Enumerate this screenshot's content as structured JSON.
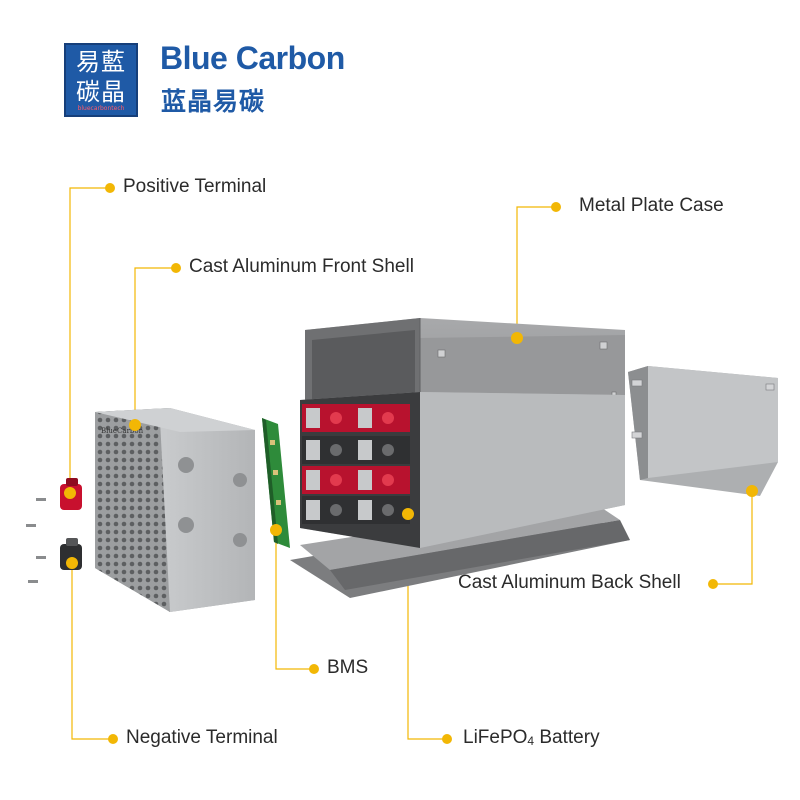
{
  "brand": {
    "logo_chars": [
      "易",
      "藍",
      "碳",
      "晶"
    ],
    "logo_small_text": "bluecarbontech",
    "name_en": "Blue Carbon",
    "name_cn": "蓝晶易碳",
    "color": "#1f5aa6"
  },
  "panel_label": "BlueCarbon",
  "callouts": {
    "positive_terminal": "Positive Terminal",
    "cast_aluminum_front_shell": "Cast Aluminum Front Shell",
    "metal_plate_case": "Metal Plate Case",
    "cast_aluminum_back_shell": "Cast Aluminum Back Shell",
    "bms": "BMS",
    "negative_terminal": "Negative Terminal",
    "battery_prefix": "LiFePO",
    "battery_sub": "4",
    "battery_suffix": " Battery"
  },
  "colors": {
    "leader": "#f2b705",
    "dot": "#f2b705",
    "label_text": "#2b2b2b",
    "shell_gray": "#b7b9bb",
    "case_gray": "#8e8f91",
    "cell_red": "#c8102e",
    "pcb_green": "#2e8b3a"
  }
}
